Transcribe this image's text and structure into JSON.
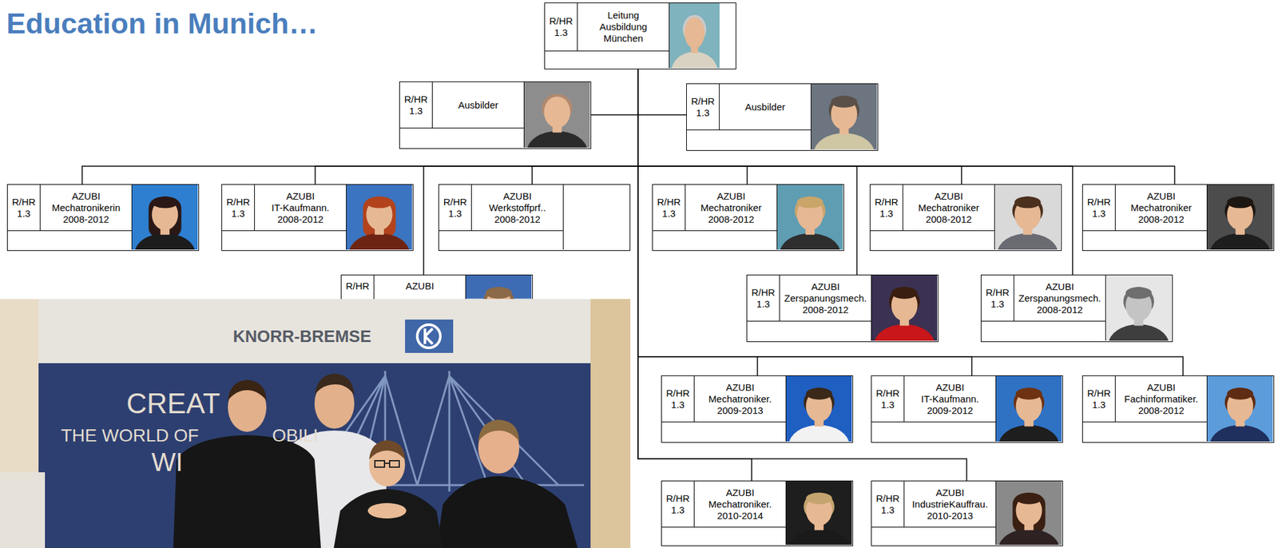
{
  "diagram": {
    "title": "Education in Munich…",
    "nodes": [
      {
        "text": [
          "R/HR 1.3",
          "Leitung Ausbildung München"
        ]
      },
      {
        "text": [
          "R/HR 1.3",
          "Ausbilder"
        ]
      },
      {
        "text": [
          "R/HR 1.3",
          "Ausbilder"
        ]
      },
      {
        "text": [
          "R/HR 1.3",
          "AZUBI Mechatronikerin 2008-2012"
        ]
      },
      {
        "text": [
          "R/HR 1.3",
          "AZUBI IT-Kaufmann. 2008-2012"
        ]
      },
      {
        "text": [
          "R/HR 1.3",
          "AZUBI Werkstoffprf.. 2008-2012"
        ]
      },
      {
        "text": [
          "R/HR 1.3",
          "AZUBI Mechatroniker 2008-2012"
        ]
      },
      {
        "text": [
          "R/HR 1.3",
          "AZUBI Mechatroniker 2008-2012"
        ]
      },
      {
        "text": [
          "R/HR 1.3",
          "AZUBI Mechatroniker 2008-2012"
        ]
      },
      {
        "text": [
          "R/HR",
          "AZUBI"
        ]
      },
      {
        "text": [
          "R/HR 1.3",
          "AZUBI Zerspanungsmech. 2008-2012"
        ]
      },
      {
        "text": [
          "R/HR 1.3",
          "AZUBI Zerspanungsmech. 2008-2012"
        ]
      },
      {
        "text": [
          "R/HR 1.3",
          "AZUBI Mechatroniker. 2009-2013"
        ]
      },
      {
        "text": [
          "R/HR 1.3",
          "AZUBI IT-Kaufmann. 2009-2012"
        ]
      },
      {
        "text": [
          "R/HR 1.3",
          "AZUBI Fachinformatiker. 2008-2012"
        ]
      },
      {
        "text": [
          "R/HR 1.3",
          "AZUBI Mechatroniker. 2010-2014"
        ]
      },
      {
        "text": [
          "R/HR 1.3",
          "AZUBI IndustrieKauffrau. 2010-2013"
        ]
      }
    ],
    "edges": [
      {
        "from": 0,
        "to": 1,
        "arrow": "none"
      },
      {
        "from": 0,
        "to": 2,
        "arrow": "none"
      },
      {
        "from": 0,
        "to": 3,
        "arrow": "none"
      },
      {
        "from": 0,
        "to": 4,
        "arrow": "none"
      },
      {
        "from": 0,
        "to": 5,
        "arrow": "none"
      },
      {
        "from": 0,
        "to": 6,
        "arrow": "none"
      },
      {
        "from": 0,
        "to": 7,
        "arrow": "none"
      },
      {
        "from": 0,
        "to": 8,
        "arrow": "none"
      },
      {
        "from": 0,
        "to": 9,
        "arrow": "none"
      },
      {
        "from": 0,
        "to": 10,
        "arrow": "none"
      },
      {
        "from": 0,
        "to": 11,
        "arrow": "none"
      },
      {
        "from": 0,
        "to": 12,
        "arrow": "none"
      },
      {
        "from": 0,
        "to": 13,
        "arrow": "none"
      },
      {
        "from": 0,
        "to": 14,
        "arrow": "none"
      },
      {
        "from": 0,
        "to": 15,
        "arrow": "none"
      },
      {
        "from": 0,
        "to": 16,
        "arrow": "none"
      }
    ],
    "labels": [
      "KNORR-BREMSE",
      "CREAT",
      "THE WORLD OF",
      "OBILI",
      "WI"
    ]
  }
}
